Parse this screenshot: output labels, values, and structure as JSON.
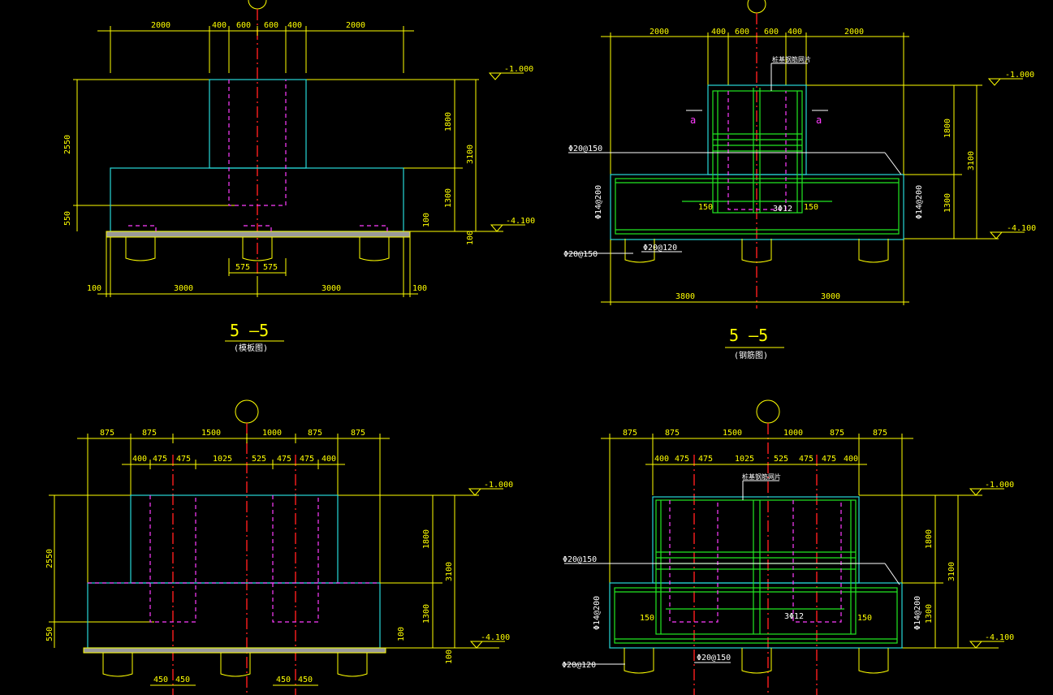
{
  "drawings": [
    {
      "id": "tl",
      "section_title": "5 —5",
      "section_subtitle": "(模板图)",
      "top_dims": [
        "2000",
        "400",
        "600",
        "600",
        "400",
        "2000"
      ],
      "bottom_dims": [
        "100",
        "3000",
        "3000",
        "100"
      ],
      "pile_dims": [
        "575",
        "575"
      ],
      "left_dims": [
        "2550",
        "550"
      ],
      "right_dims_inner": [
        "1800",
        "1300"
      ],
      "right_dims_outer": "3100",
      "small_dims": [
        "100",
        "100"
      ],
      "level_top": "-1.000",
      "level_bottom": "-4.100"
    },
    {
      "id": "tr",
      "section_title": "5 —5",
      "section_subtitle": "(钢筋图)",
      "top_dims": [
        "2000",
        "400",
        "600",
        "600",
        "400",
        "2000"
      ],
      "bottom_dims": [
        "3800",
        "3000"
      ],
      "level_top": "-1.000",
      "level_bottom": "-4.100",
      "right_dims_inner": [
        "1800",
        "1300"
      ],
      "right_dims_outer": "3100",
      "rebar_labels": {
        "top_note": "桩基钢筋网片",
        "r1": "Φ20@150",
        "r2": "Φ20@150",
        "r3": "Φ20@120",
        "side_left": "Φ14@200",
        "side_right": "Φ14@200",
        "mid": "3Φ12",
        "c150a": "150",
        "c150b": "150",
        "mark_a": "a",
        "mark_b": "a"
      }
    },
    {
      "id": "bl",
      "top_dims_outer": [
        "875",
        "875",
        "1500",
        "1000",
        "875",
        "875"
      ],
      "top_dims_inner": [
        "400",
        "475",
        "475",
        "1025",
        "525",
        "475",
        "475",
        "400"
      ],
      "left_dims": [
        "2550",
        "550"
      ],
      "right_dims_inner": [
        "1800",
        "1300"
      ],
      "right_dims_outer": "3100",
      "pile_dims": [
        "450",
        "450",
        "450",
        "450"
      ],
      "small_dims": [
        "100",
        "100"
      ],
      "level_top": "-1.000",
      "level_bottom": "-4.100"
    },
    {
      "id": "br",
      "top_dims_outer": [
        "875",
        "875",
        "1500",
        "1000",
        "875",
        "875"
      ],
      "top_dims_inner": [
        "400",
        "475",
        "475",
        "1025",
        "525",
        "475",
        "475",
        "400"
      ],
      "right_dims_inner": [
        "1800",
        "1300"
      ],
      "right_dims_outer": "3100",
      "level_top": "-1.000",
      "level_bottom": "-4.100",
      "rebar_labels": {
        "top_note": "桩基钢筋网片",
        "r1": "Φ20@150",
        "r2": "Φ20@150",
        "r3": "Φ20@120",
        "side_left": "Φ14@200",
        "side_right": "Φ14@200",
        "mid": "3Φ12",
        "c150a": "150",
        "c150b": "150"
      }
    }
  ]
}
